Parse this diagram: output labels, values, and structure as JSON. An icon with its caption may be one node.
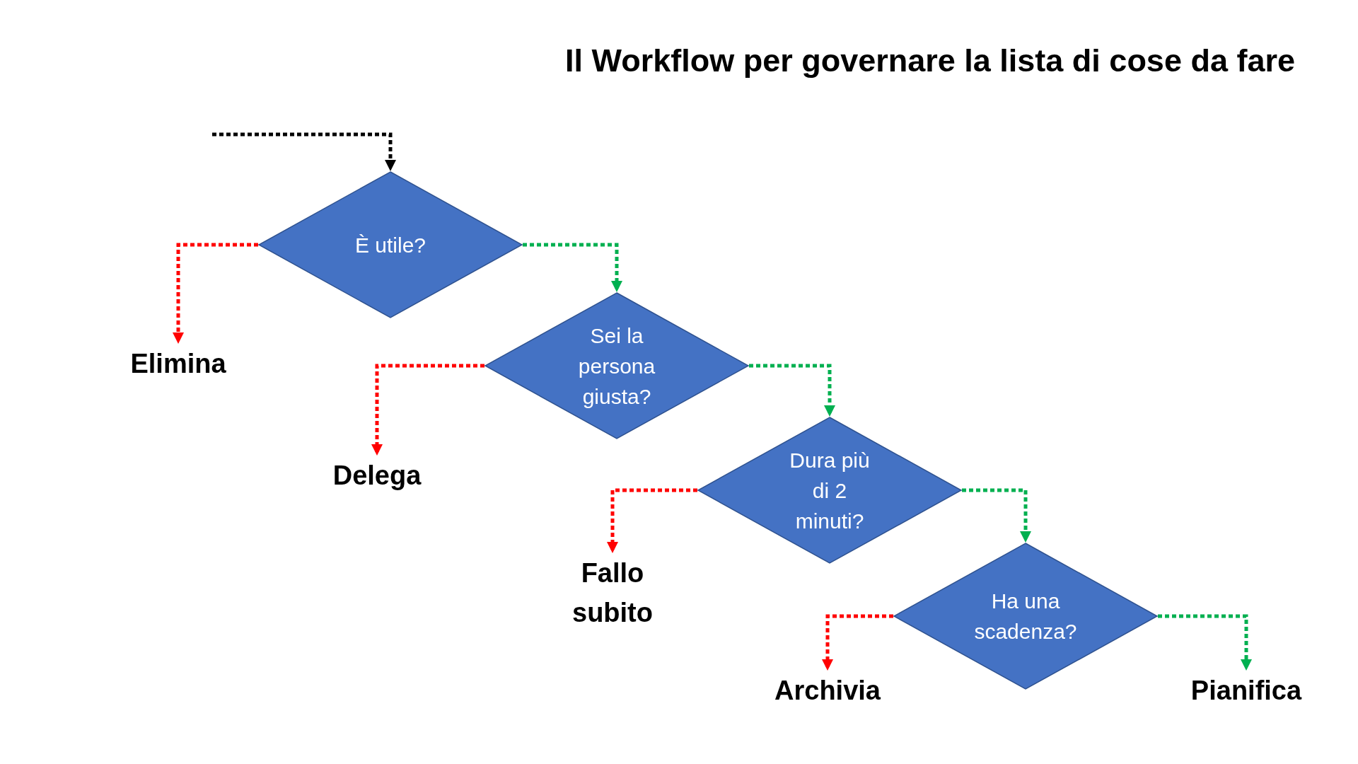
{
  "diagram": {
    "title": "Il Workflow per governare la lista di cose da fare",
    "nodes": [
      {
        "text": [
          "È utile?"
        ]
      },
      {
        "text": [
          "Elimina"
        ]
      },
      {
        "text": [
          "Sei la persona giusta?"
        ]
      },
      {
        "text": [
          "Delega"
        ]
      },
      {
        "text": [
          "Dura più di 2 minuti?"
        ]
      },
      {
        "text": [
          "Fallo subito"
        ]
      },
      {
        "text": [
          "Ha una scadenza?"
        ]
      },
      {
        "text": [
          "Archivia"
        ]
      },
      {
        "text": [
          "Pianifica"
        ]
      }
    ],
    "edges": [
      {
        "from": null,
        "to": 0,
        "arrow": "to",
        "color": "#000000"
      },
      {
        "from": 0,
        "to": 1,
        "arrow": "to",
        "color": "#ff0000"
      },
      {
        "from": 0,
        "to": 2,
        "arrow": "to",
        "color": "#00b050"
      },
      {
        "from": 2,
        "to": 3,
        "arrow": "to",
        "color": "#ff0000"
      },
      {
        "from": 2,
        "to": 4,
        "arrow": "to",
        "color": "#00b050"
      },
      {
        "from": 4,
        "to": 5,
        "arrow": "to",
        "color": "#ff0000"
      },
      {
        "from": 4,
        "to": 6,
        "arrow": "to",
        "color": "#00b050"
      },
      {
        "from": 6,
        "to": 7,
        "arrow": "to",
        "color": "#ff0000"
      },
      {
        "from": 6,
        "to": 8,
        "arrow": "to",
        "color": "#00b050"
      }
    ]
  }
}
